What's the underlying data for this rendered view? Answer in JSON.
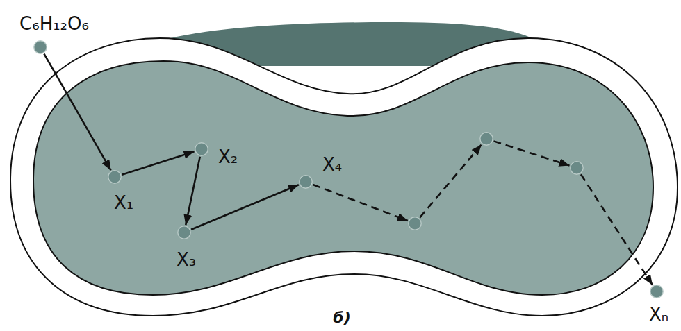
{
  "diagram": {
    "nodes": [
      {
        "text": [
          "C₆H₁₂O₆"
        ]
      },
      {
        "text": [
          "X₁"
        ]
      },
      {
        "text": [
          "X₂"
        ]
      },
      {
        "text": [
          "X₃"
        ]
      },
      {
        "text": [
          "X₄"
        ]
      },
      {
        "text": []
      },
      {
        "text": []
      },
      {
        "text": []
      },
      {
        "text": [
          "Xₙ"
        ]
      }
    ],
    "edges": [
      {
        "from": 0,
        "to": 1,
        "arrow": "to"
      },
      {
        "from": 1,
        "to": 2,
        "arrow": "to"
      },
      {
        "from": 2,
        "to": 3,
        "arrow": "to"
      },
      {
        "from": 3,
        "to": 4,
        "arrow": "to"
      },
      {
        "from": 4,
        "to": 5,
        "arrow": "to"
      },
      {
        "from": 5,
        "to": 6,
        "arrow": "to"
      },
      {
        "from": 6,
        "to": 7,
        "arrow": "to"
      },
      {
        "from": 7,
        "to": 8,
        "arrow": "to"
      }
    ],
    "labels": [
      "б)"
    ]
  }
}
